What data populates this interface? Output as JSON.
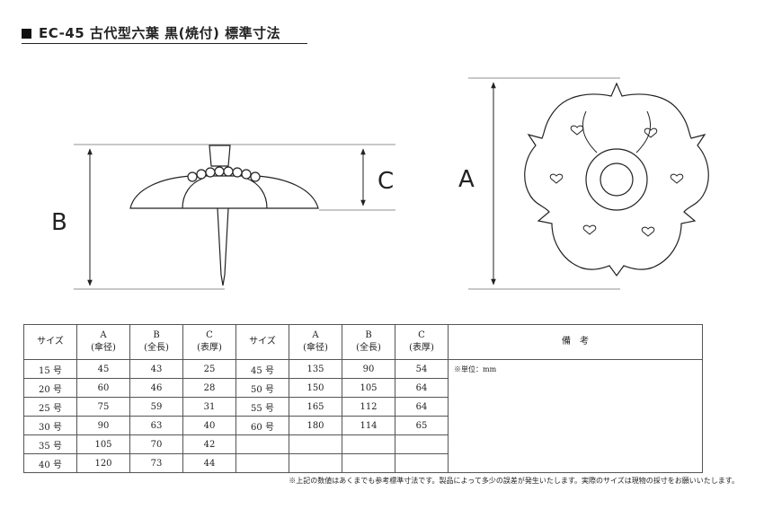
{
  "title": "EC-45 古代型六葉 黒(焼付) 標準寸法",
  "dimension_labels": {
    "a": "A",
    "b": "B",
    "c": "C"
  },
  "table": {
    "headers": {
      "size": "サイズ",
      "a_letter": "A",
      "a_name": "(傘径)",
      "b_letter": "B",
      "b_name": "(全長)",
      "c_letter": "C",
      "c_name": "(表厚)",
      "remarks": "備　考"
    },
    "left_rows": [
      [
        "15 号",
        "45",
        "43",
        "25"
      ],
      [
        "20 号",
        "60",
        "46",
        "28"
      ],
      [
        "25 号",
        "75",
        "59",
        "31"
      ],
      [
        "30 号",
        "90",
        "63",
        "40"
      ],
      [
        "35 号",
        "105",
        "70",
        "42"
      ],
      [
        "40 号",
        "120",
        "73",
        "44"
      ]
    ],
    "right_rows": [
      [
        "45 号",
        "135",
        "90",
        "54"
      ],
      [
        "50 号",
        "150",
        "105",
        "64"
      ],
      [
        "55 号",
        "165",
        "112",
        "64"
      ],
      [
        "60 号",
        "180",
        "114",
        "65"
      ],
      [
        "",
        "",
        "",
        ""
      ],
      [
        "",
        "",
        "",
        ""
      ]
    ],
    "remarks_text": "※単位：mm"
  },
  "footnote": "※上記の数値はあくまでも参考標準寸法です。製品によって多少の誤差が発生いたします。実際のサイズは現物の採寸をお願いいたします。"
}
